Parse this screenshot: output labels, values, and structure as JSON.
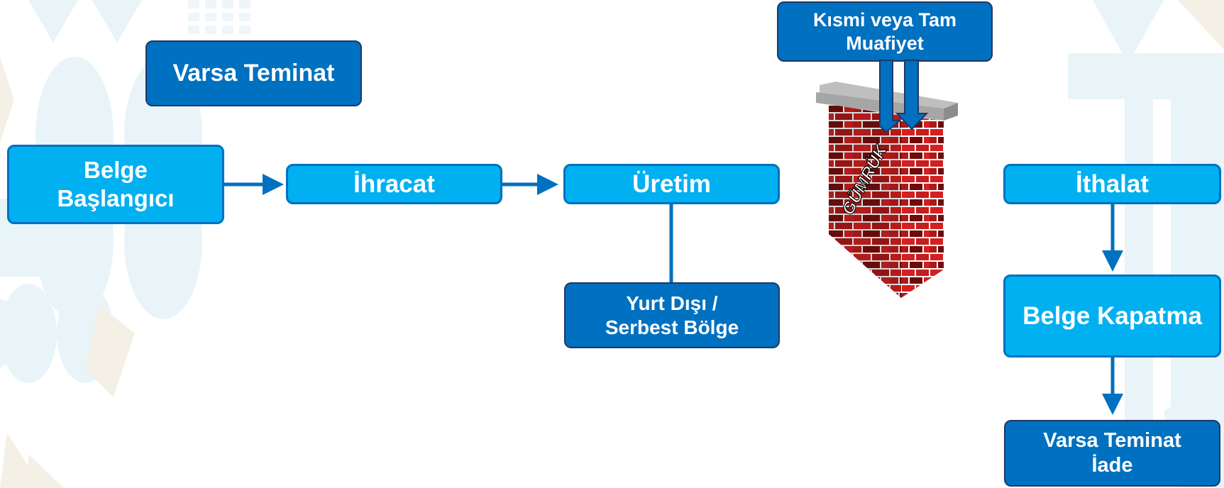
{
  "boxes": {
    "varsa_teminat": "Varsa Teminat",
    "belge_baslangici": "Belge\nBaşlangıcı",
    "ihracat": "İhracat",
    "uretim": "Üretim",
    "yurt_disi": "Yurt Dışı /\nSerbest Bölge",
    "muafiyet": "Kısmi veya Tam\nMuafiyet",
    "ithalat": "İthalat",
    "belge_kapatma": "Belge Kapatma",
    "varsa_teminat_iade": "Varsa Teminat\nİade"
  },
  "wall_label": "GÜMRÜK",
  "colors": {
    "light_box": "#00B0F0",
    "dark_box": "#0070C0",
    "border_dark": "#1F3864",
    "connector": "#0070C0",
    "brick": "#D42020",
    "mortar": "#FFFFFF"
  }
}
